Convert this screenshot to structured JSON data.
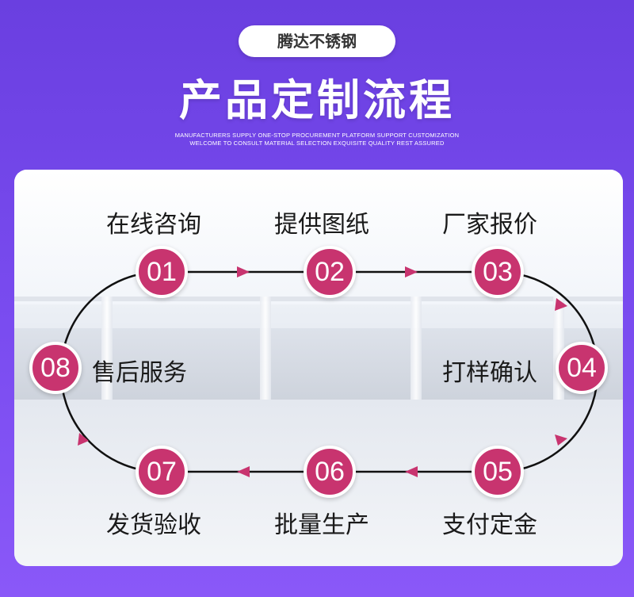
{
  "header": {
    "brand": "腾达不锈钢",
    "title": "产品定制流程",
    "subtitle_line1": "MANUFACTURERS SUPPLY ONE-STOP PROCUREMENT PLATFORM SUPPORT CUSTOMIZATION",
    "subtitle_line2": "WELCOME TO CONSULT MATERIAL SELECTION EXQUISITE QUALITY REST ASSURED"
  },
  "colors": {
    "background": "#7a4cf0",
    "node": "#c8346f",
    "arrow": "#c8346f",
    "path": "#111111"
  },
  "steps": [
    {
      "number": "01",
      "label": "在线咨询"
    },
    {
      "number": "02",
      "label": "提供图纸"
    },
    {
      "number": "03",
      "label": "厂家报价"
    },
    {
      "number": "04",
      "label": "打样确认"
    },
    {
      "number": "05",
      "label": "支付定金"
    },
    {
      "number": "06",
      "label": "批量生产"
    },
    {
      "number": "07",
      "label": "发货验收"
    },
    {
      "number": "08",
      "label": "售后服务"
    }
  ]
}
